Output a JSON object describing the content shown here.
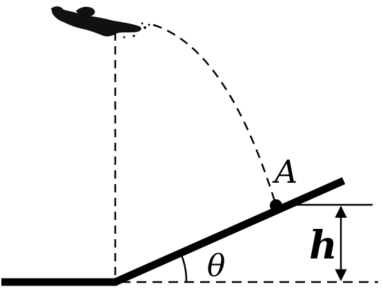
{
  "labels": {
    "point": "A",
    "height": "h",
    "angle": "θ"
  },
  "icons": {
    "aircraft": "airplane-icon"
  },
  "colors": {
    "ink": "#000000",
    "background": "#ffffff"
  }
}
